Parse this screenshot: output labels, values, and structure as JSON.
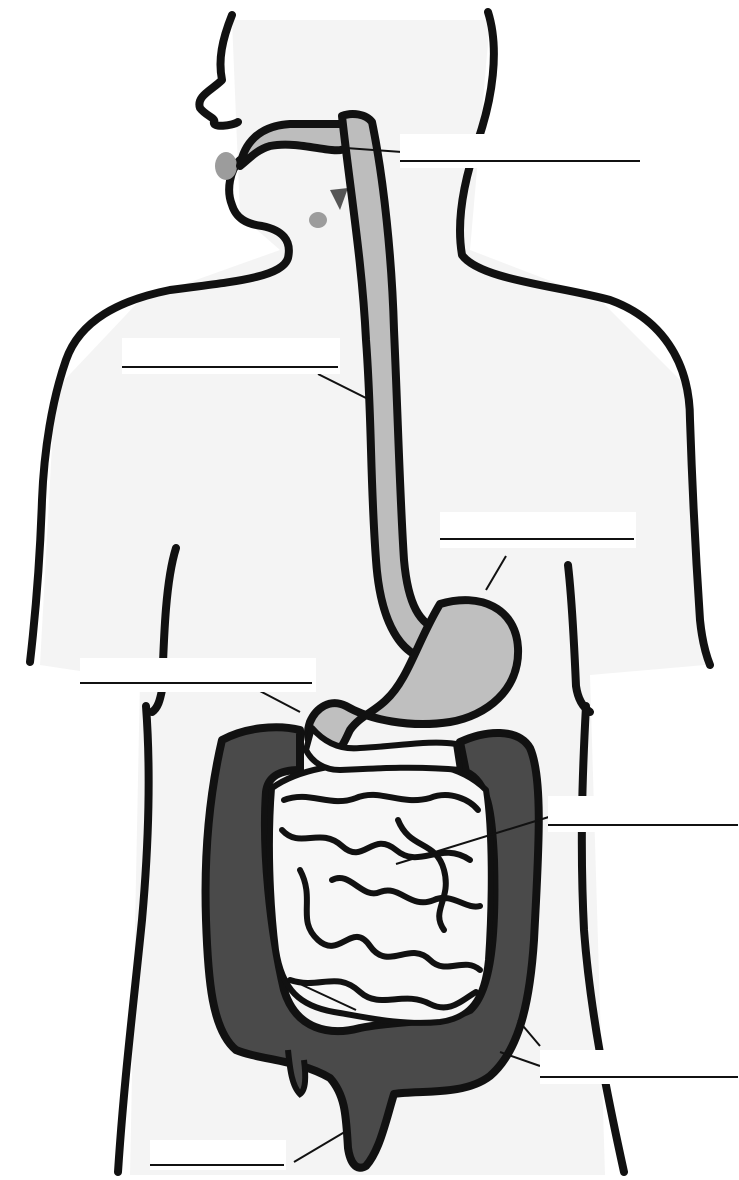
{
  "diagram": {
    "type": "digestive-system-worksheet",
    "colors": {
      "outline": "#111111",
      "body_fill": "#f4f4f4",
      "esophagus_fill": "#bdbdbd",
      "stomach_fill": "#bfbfbf",
      "large_intestine_fill": "#4a4a4a",
      "small_intestine_fill": "#f7f7f7",
      "label_box": "#ffffff"
    },
    "labels": [
      {
        "id": "mouth",
        "text": ""
      },
      {
        "id": "esophagus",
        "text": ""
      },
      {
        "id": "stomach",
        "text": ""
      },
      {
        "id": "duodenum",
        "text": ""
      },
      {
        "id": "small-intestine",
        "text": ""
      },
      {
        "id": "large-intestine",
        "text": ""
      },
      {
        "id": "rectum",
        "text": ""
      }
    ]
  }
}
